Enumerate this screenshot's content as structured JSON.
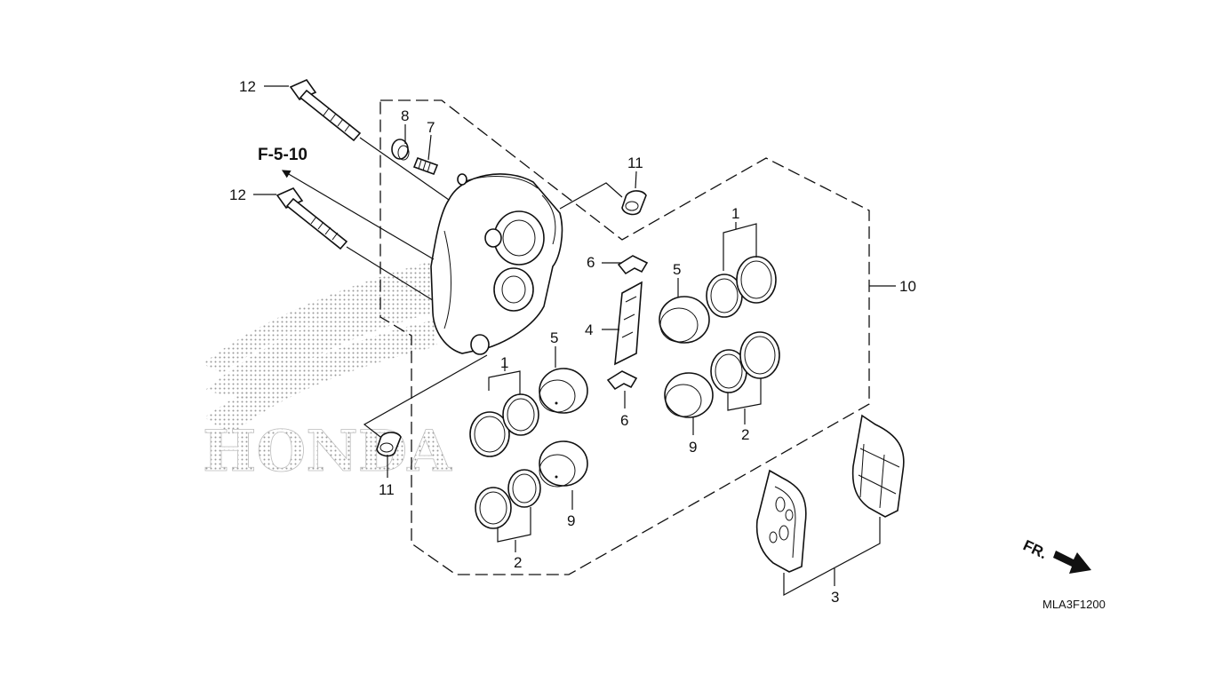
{
  "diagram": {
    "reference_label": "F-5-10",
    "diagram_code": "MLA3F1200",
    "direction_label": "FR.",
    "watermark_text": "HONDA",
    "callouts": {
      "bolt_upper": "12",
      "bolt_lower": "12",
      "bleed_cap": "8",
      "bleed_screw": "7",
      "collar_upper": "11",
      "collar_lower": "11",
      "clip_upper": "6",
      "clip_lower": "6",
      "pad_spring": "4",
      "piston_left_upper": "5",
      "piston_left_lower": "9",
      "piston_right_upper": "5",
      "piston_right_lower": "9",
      "seal_set_1_left": "1",
      "seal_set_2_left": "2",
      "seal_set_1_right": "1",
      "seal_set_2_right": "2",
      "caliper_assembly": "10",
      "pad_set": "3"
    }
  }
}
